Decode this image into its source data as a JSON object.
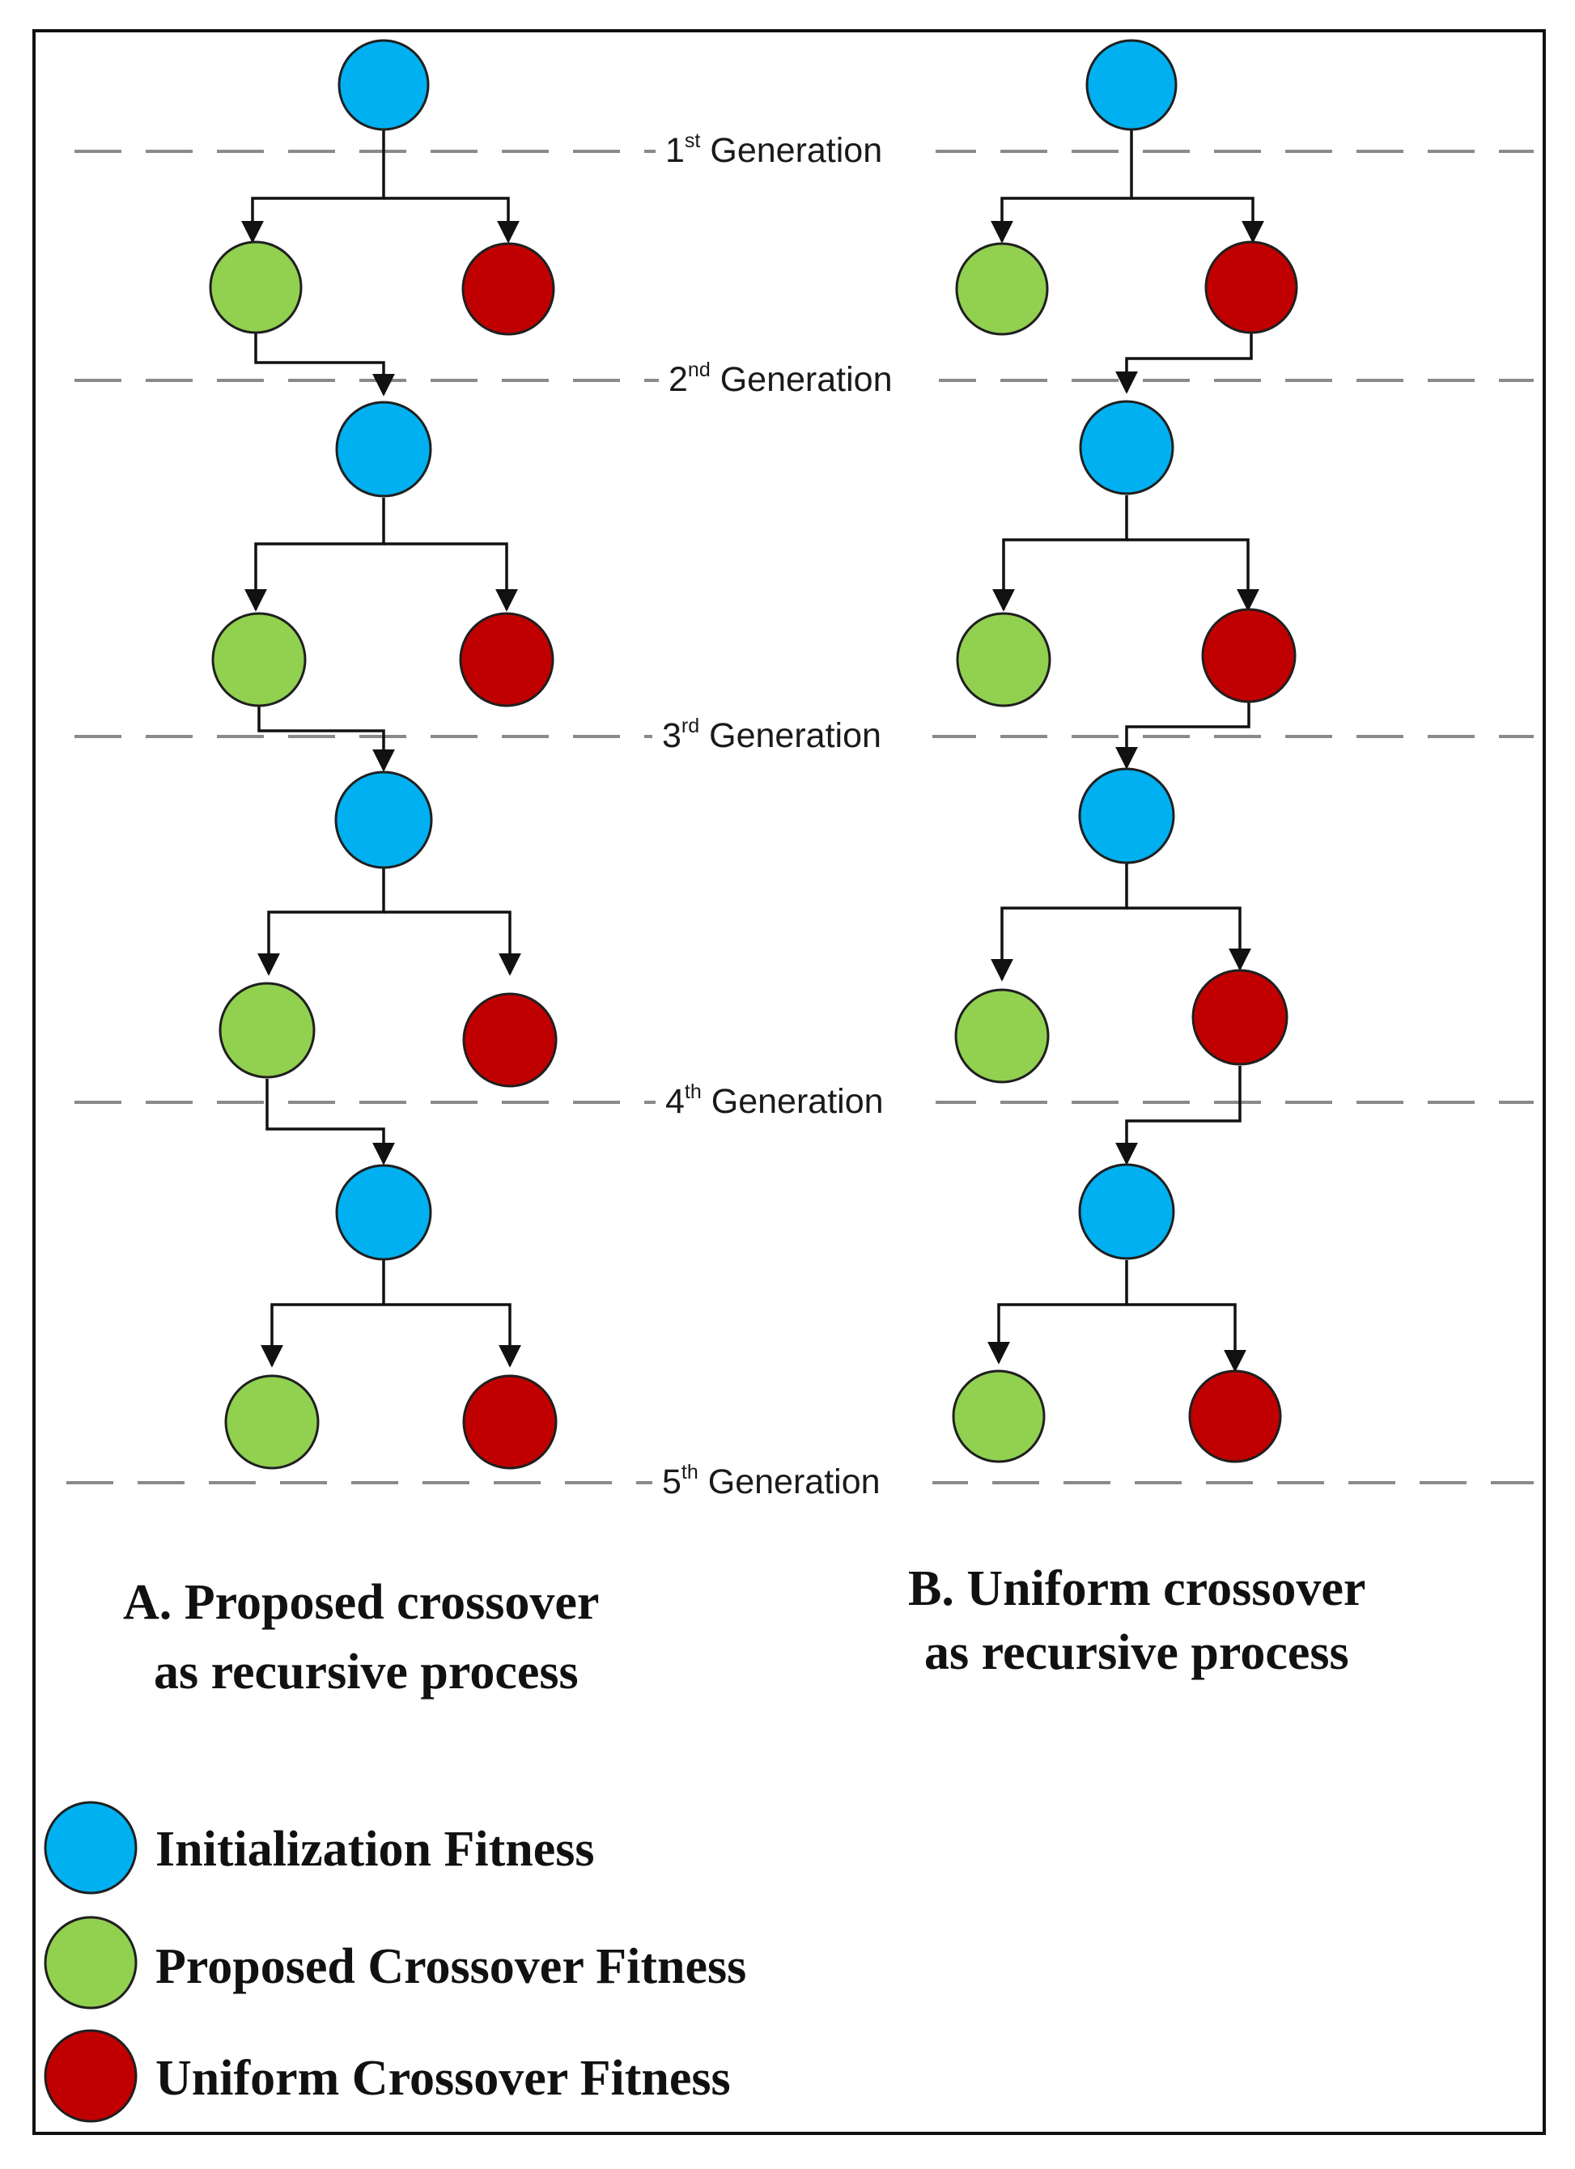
{
  "colors": {
    "initialization": "#00B0F0",
    "proposed": "#92D050",
    "uniform": "#C00000",
    "node_stroke": "#1f1f1f",
    "arrow": "#111111",
    "dashed_line": "#8a8a8a",
    "frame": "#111111"
  },
  "generations": [
    {
      "num": "1",
      "sup": "st",
      "word": "Generation"
    },
    {
      "num": "2",
      "sup": "nd",
      "word": "Generation"
    },
    {
      "num": "3",
      "sup": "rd",
      "word": "Generation"
    },
    {
      "num": "4",
      "sup": "th",
      "word": "Generation"
    },
    {
      "num": "5",
      "sup": "th",
      "word": "Generation"
    }
  ],
  "captions": {
    "a": {
      "line1": "A. Proposed crossover",
      "line2": "as recursive process"
    },
    "b": {
      "line1": "B. Uniform crossover",
      "line2": "as recursive process"
    }
  },
  "legend": [
    {
      "label": "Initialization Fitness",
      "color_key": "initialization",
      "icon": "blue-circle-icon"
    },
    {
      "label": "Proposed Crossover Fitness",
      "color_key": "proposed",
      "icon": "green-circle-icon"
    },
    {
      "label": "Uniform Crossover Fitness",
      "color_key": "uniform",
      "icon": "red-circle-icon"
    }
  ]
}
